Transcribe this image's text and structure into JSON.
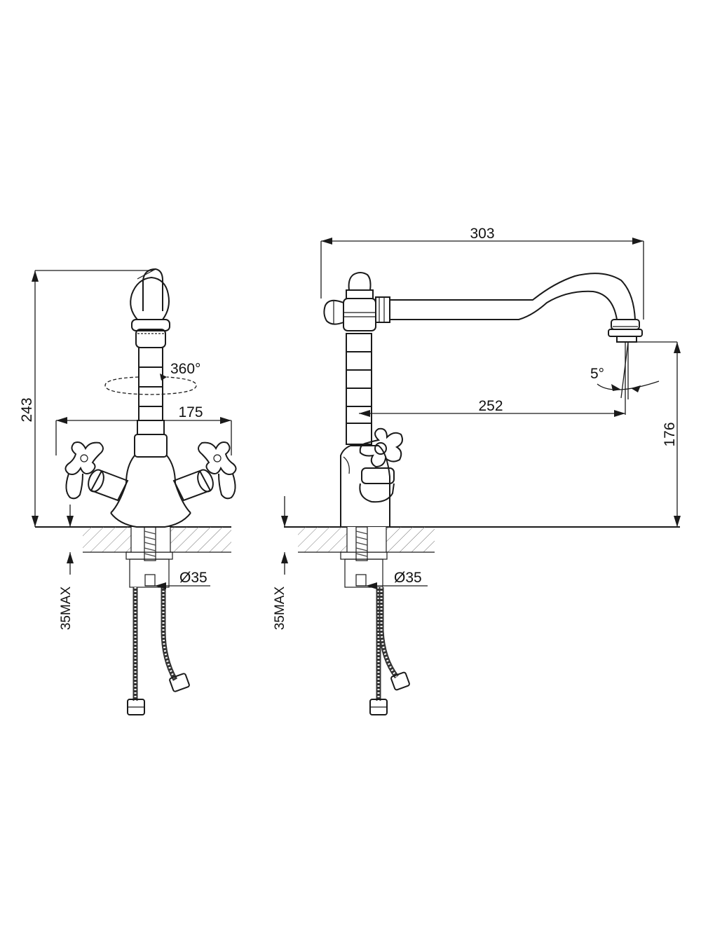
{
  "drawing": {
    "front_view": {
      "height_label": "243",
      "width_label": "175",
      "rotation_label": "360°",
      "hole_diameter_label": "Ø35",
      "max_counter_label": "35MAX"
    },
    "side_view": {
      "reach_label": "303",
      "spout_reach_label": "252",
      "spout_height_label": "176",
      "tilt_label": "5°",
      "hole_diameter_label": "Ø35",
      "max_counter_label": "35MAX"
    },
    "colors": {
      "line": "#1a1a1a",
      "hatch": "#777777",
      "background": "#ffffff"
    }
  }
}
